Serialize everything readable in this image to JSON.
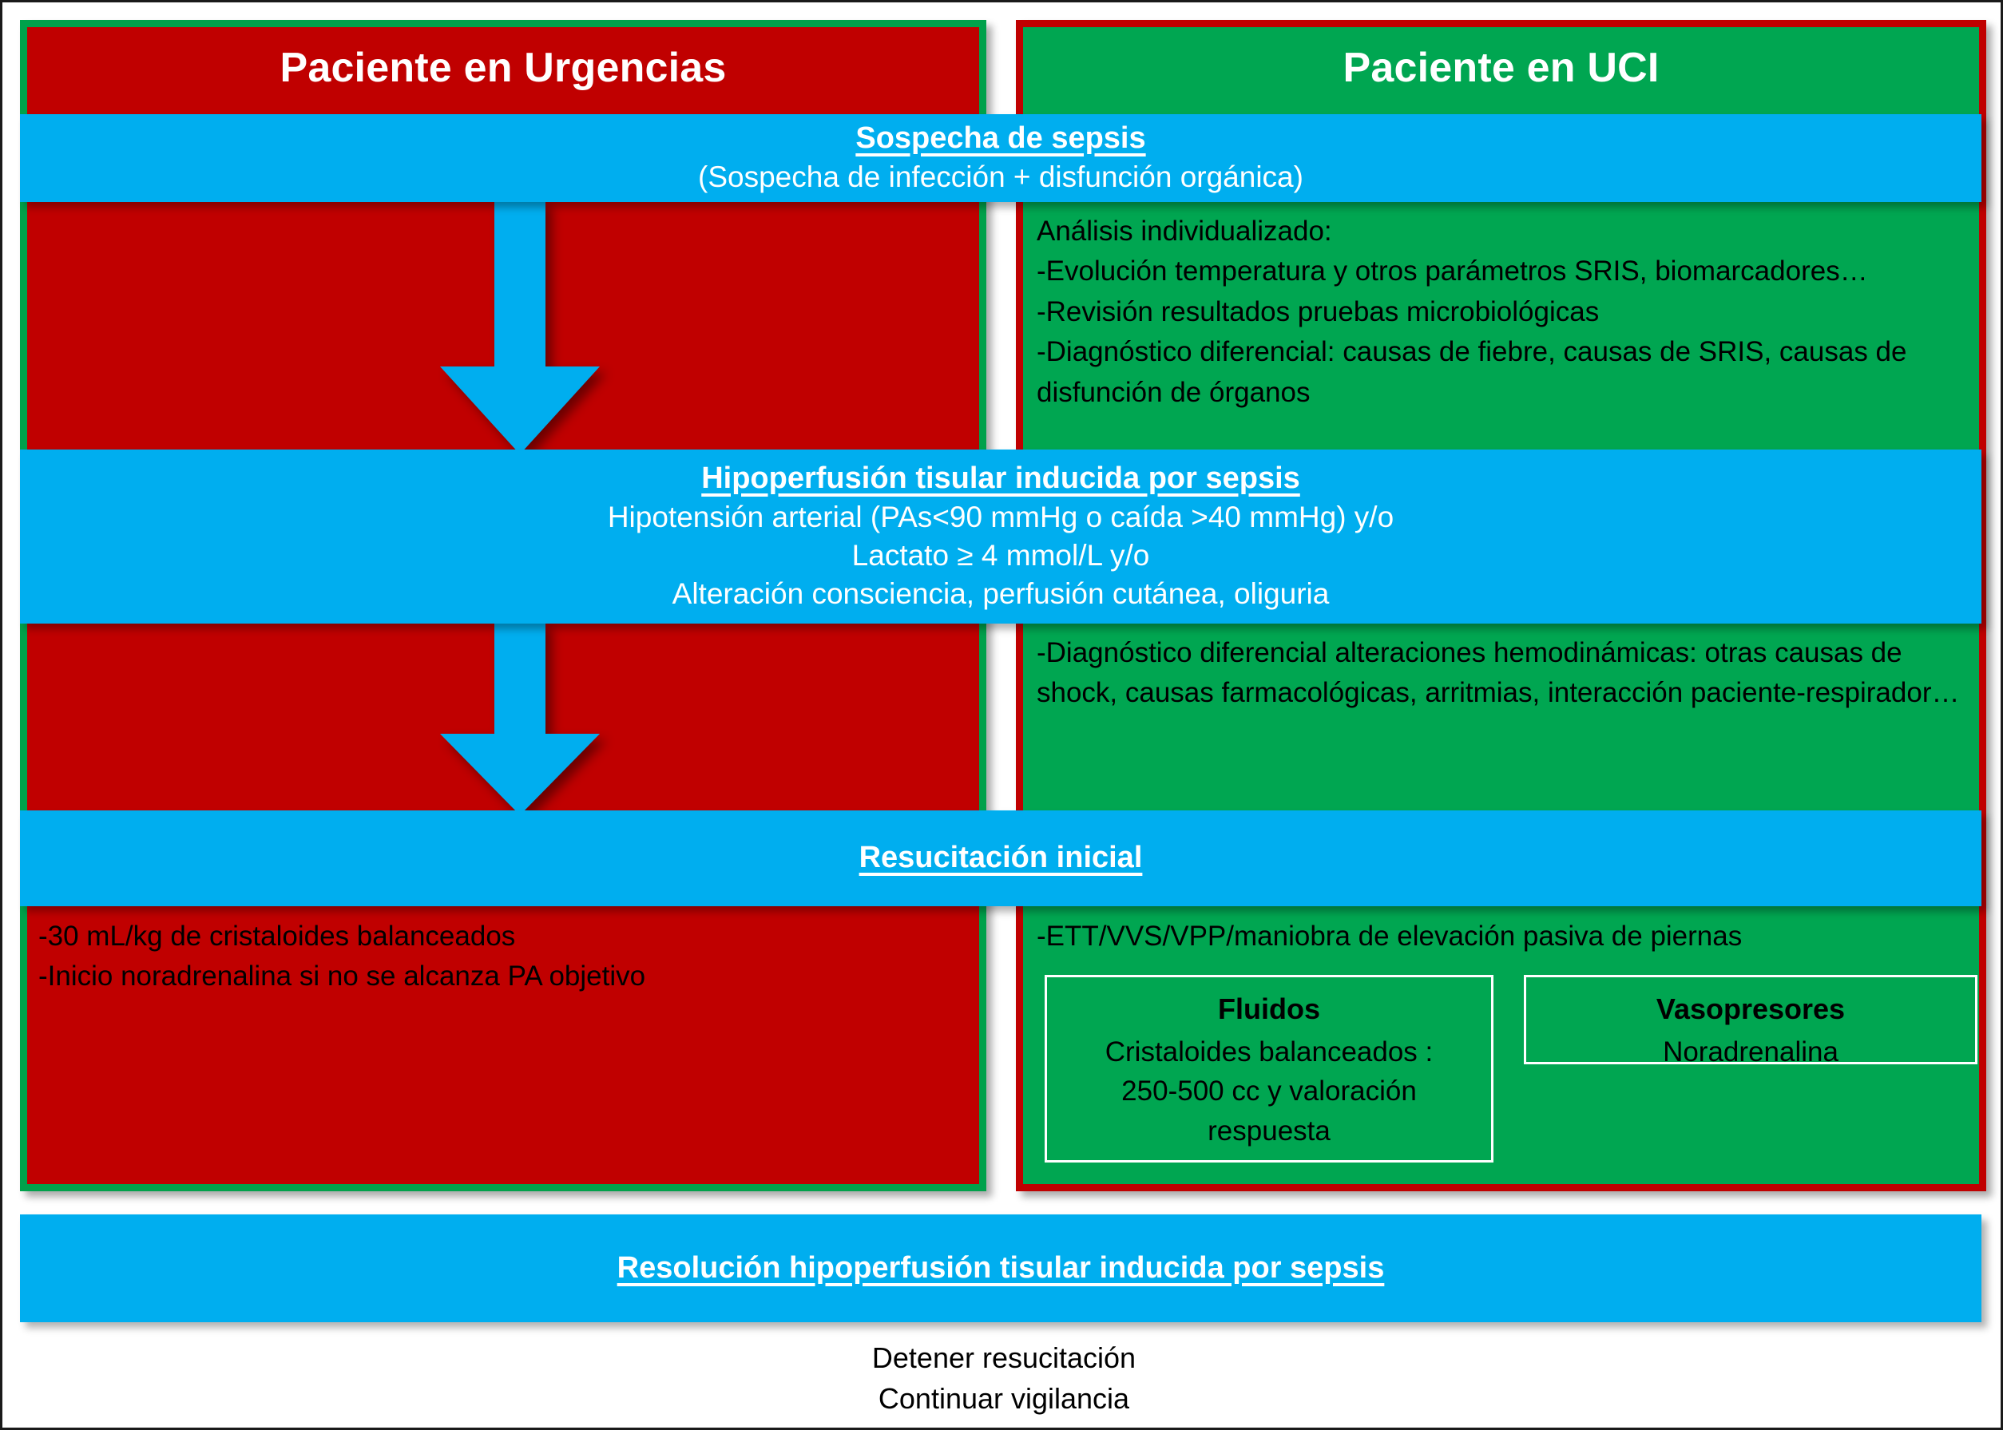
{
  "colors": {
    "red_panel": "#C00000",
    "green_panel": "#00A651",
    "blue_band": "#00AEEF",
    "white_text": "#FFFFFF",
    "black_text": "#000000",
    "green_border": "#00A14B",
    "red_border": "#C00000"
  },
  "columns": {
    "emergency": {
      "header": "Paciente en Urgencias"
    },
    "icu": {
      "header": "Paciente en UCI"
    }
  },
  "bands": {
    "sospecha": {
      "title": "Sospecha de sepsis",
      "subtitle": "(Sospecha de infección + disfunción orgánica)"
    },
    "hipoperfusion": {
      "title": "Hipoperfusión tisular inducida por sepsis",
      "line1": "Hipotensión arterial (PAs<90 mmHg o caída >40 mmHg) y/o",
      "line2": "Lactato  ≥ 4 mmol/L  y/o",
      "line3": "Alteración consciencia, perfusión cutánea, oliguria"
    },
    "resucitacion": {
      "title": "Resucitación inicial"
    },
    "resolucion": {
      "title": "Resolución hipoperfusión tisular inducida por sepsis"
    }
  },
  "icu_analysis": {
    "heading": "Análisis individualizado:",
    "item1": "-Evolución temperatura y otros parámetros SRIS, biomarcadores…",
    "item2": "-Revisión resultados pruebas microbiológicas",
    "item3": "-Diagnóstico diferencial: causas de fiebre, causas de SRIS, causas de disfunción de órganos"
  },
  "icu_hemodynamic": {
    "item1": "-Diagnóstico diferencial alteraciones hemodinámicas: otras causas de shock, causas farmacológicas, arritmias, interacción paciente-respirador…"
  },
  "er_resuscitation": {
    "item1": "-30 mL/kg de cristaloides balanceados",
    "item2": "-Inicio noradrenalina si no se alcanza PA objetivo"
  },
  "icu_resuscitation": {
    "item1": "-ETT/VVS/VPP/maniobra de elevación pasiva de piernas",
    "fluidos": {
      "title": "Fluidos",
      "line1": "Cristaloides balanceados :",
      "line2": "250-500 cc y valoración",
      "line3": "respuesta"
    },
    "vasopresores": {
      "title": "Vasopresores",
      "line1": "Noradrenalina"
    }
  },
  "footer": {
    "line1": "Detener resucitación",
    "line2": "Continuar vigilancia"
  },
  "icons": {
    "arrow_down_1": "arrow-down-icon",
    "arrow_down_2": "arrow-down-icon"
  }
}
